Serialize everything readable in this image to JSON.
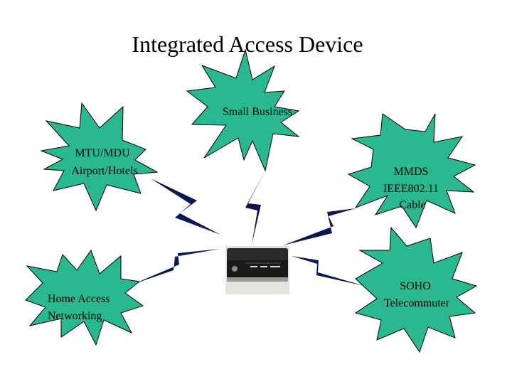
{
  "title": "Integrated Access Device",
  "colors": {
    "burst_fill": "#29b890",
    "burst_stroke": "#000000",
    "bolt_fill": "#0c1650",
    "device_body": "#2a2a2a",
    "device_front": "#1a1a1a"
  },
  "nodes": {
    "small_business": {
      "lines": [
        "Small Business"
      ]
    },
    "mtu_mdu": {
      "lines": [
        "MTU/MDU",
        "Airport/Hotels"
      ]
    },
    "mmds": {
      "lines": [
        "MMDS",
        "IEEE802.11",
        "Cable"
      ]
    },
    "home_access": {
      "lines": [
        "Home Access",
        "Networking"
      ]
    },
    "soho": {
      "lines": [
        "SOHO",
        "Telecommuter"
      ]
    }
  },
  "center_device": {
    "name": "integrated-access-device"
  }
}
